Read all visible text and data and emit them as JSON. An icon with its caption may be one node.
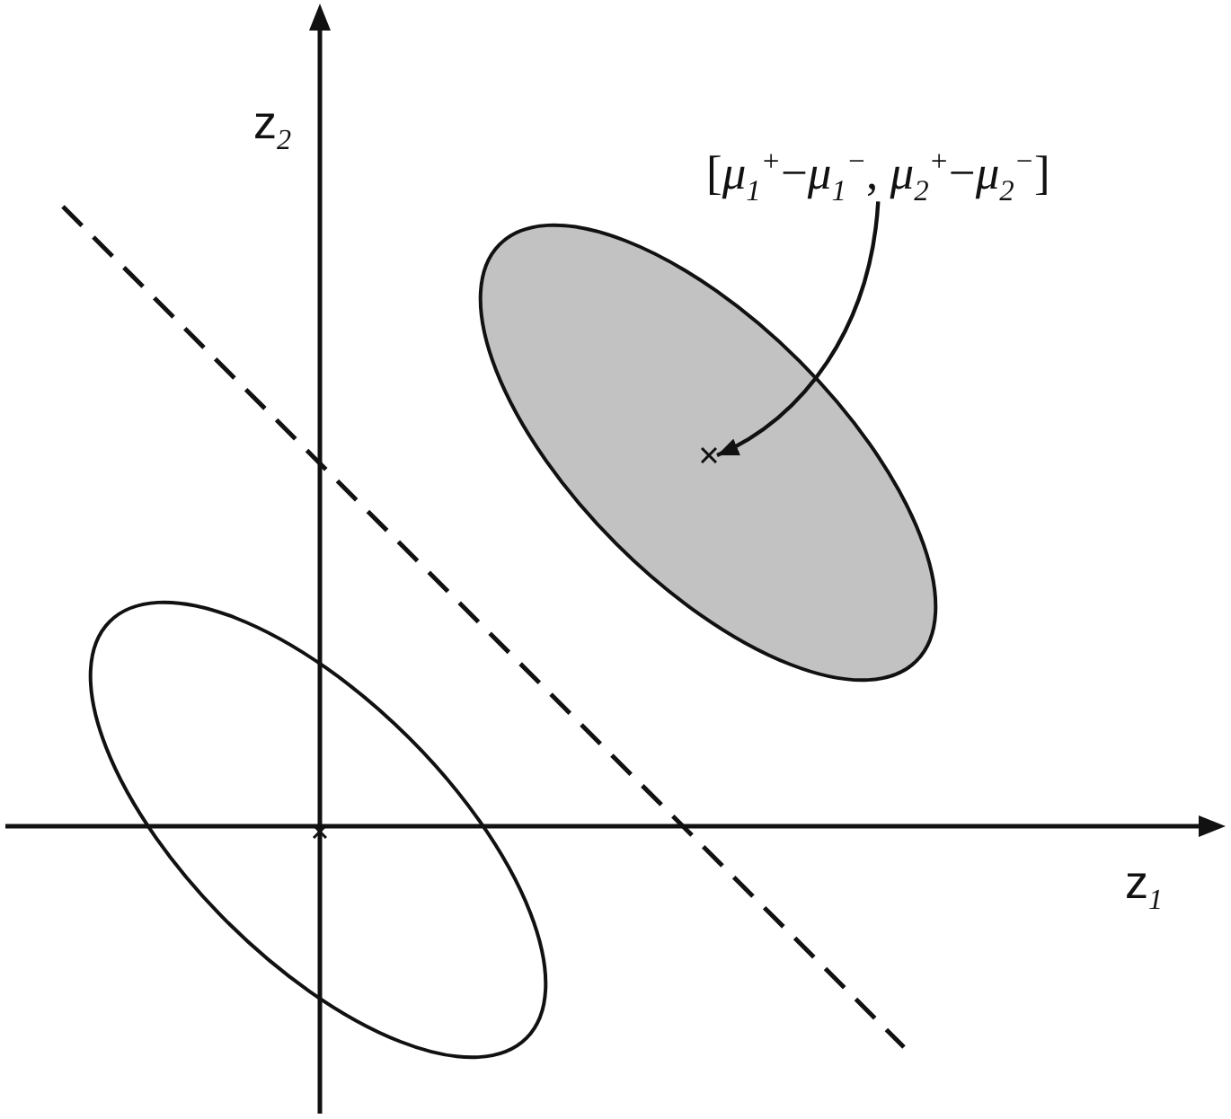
{
  "diagram": {
    "nodes": [
      {
        "text": [
          "[*μ*$_{1}$$^{+}$−*μ*$_{1}$$^{−}$, *μ*$_{2}$$^{+}$−*μ*$_{2}$$^{−}$]"
        ]
      },
      {
        "text": [],
        "shape": "cross"
      }
    ],
    "edges": [
      {
        "from": 0,
        "to": 1,
        "arrow": "to"
      }
    ],
    "labels": [
      "z$_{2}$",
      "z$_{1}$"
    ]
  }
}
